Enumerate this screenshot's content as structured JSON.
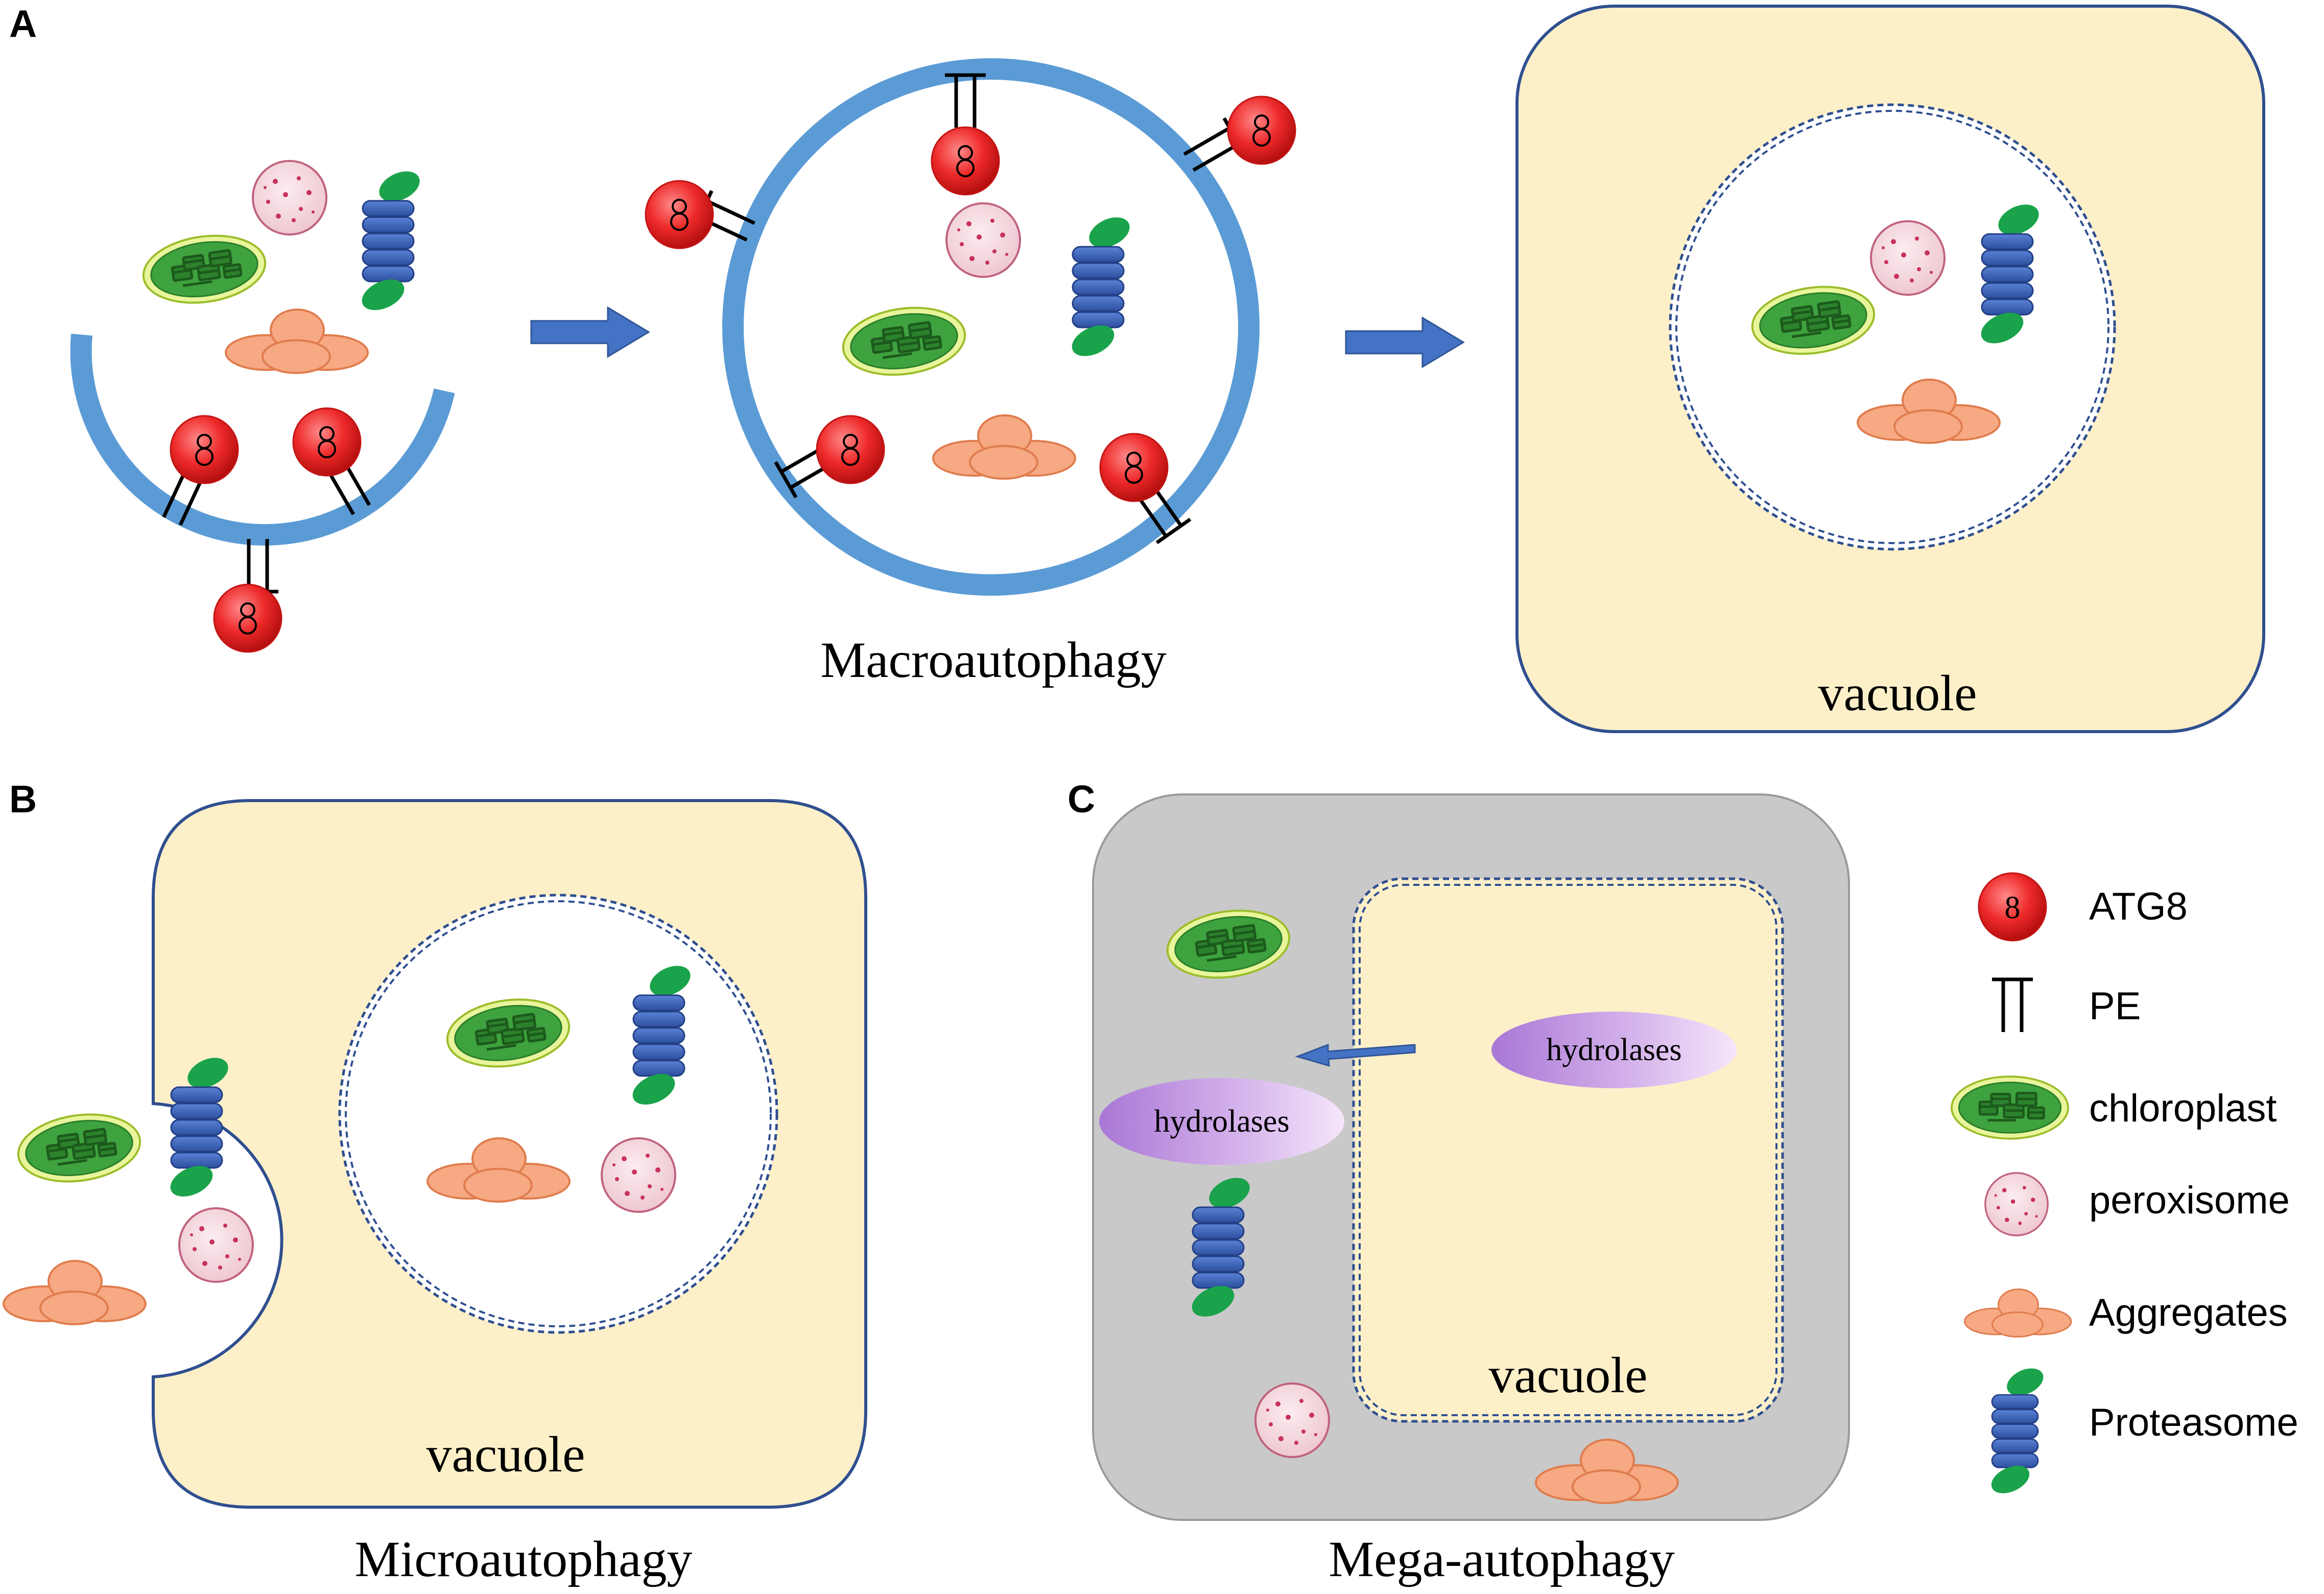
{
  "panels": {
    "a": {
      "letter": "A",
      "caption": "Macroautophagy",
      "vacuole_label": "vacuole"
    },
    "b": {
      "letter": "B",
      "caption": "Microautophagy",
      "vacuole_label": "vacuole"
    },
    "c": {
      "letter": "C",
      "caption": "Mega-autophagy",
      "vacuole_label": "vacuole",
      "hydrolases_inside": "hydrolases",
      "hydrolases_outside": "hydrolases"
    }
  },
  "atg8_glyph": "8",
  "legend": [
    {
      "icon": "atg8",
      "label": "ATG8"
    },
    {
      "icon": "pe",
      "label": "PE"
    },
    {
      "icon": "chloroplast",
      "label": "chloroplast"
    },
    {
      "icon": "peroxisome",
      "label": "peroxisome"
    },
    {
      "icon": "aggregates",
      "label": "Aggregates"
    },
    {
      "icon": "proteasome",
      "label": "Proteasome"
    }
  ],
  "colors": {
    "membrane_blue": "#5b9bd5",
    "vacuole_fill": "#fdf0c9",
    "vacuole_border": "#2f4f8f",
    "cell_gray": "#c8c8c8",
    "atg8_red": "#e21b1b",
    "chloroplast_green": "#3a9a3a",
    "peroxisome_pink": "#f3d3dc",
    "aggregate_orange": "#f4a57c",
    "proteasome_blue": "#3f63b8",
    "proteasome_cap": "#1aa34a",
    "hydrolase_purple": "#b987d8"
  }
}
